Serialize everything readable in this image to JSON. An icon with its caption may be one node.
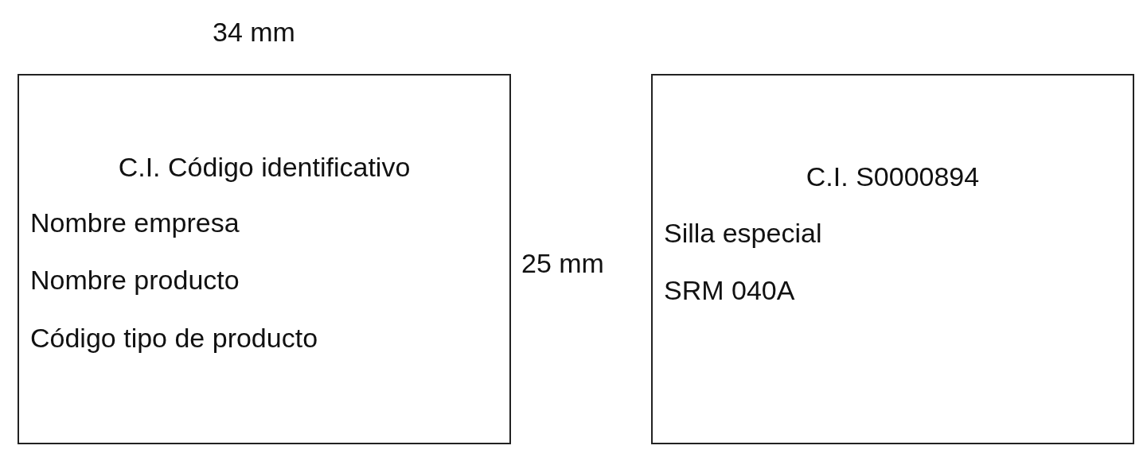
{
  "diagram": {
    "nodes": [
      {
        "text": [
          "C.I. Código identificativo",
          "Nombre empresa",
          "Nombre producto",
          "Código tipo de producto"
        ]
      },
      {
        "text": [
          "C.I. S0000894",
          "Silla especial",
          "SRM 040A"
        ]
      }
    ],
    "labels": [
      "34 mm",
      "25 mm"
    ]
  }
}
